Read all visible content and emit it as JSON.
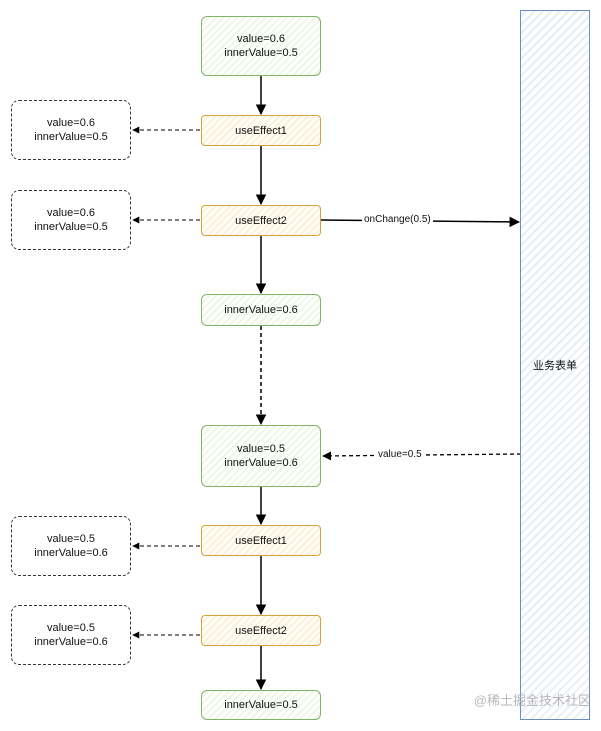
{
  "top_state": {
    "line1": "value=0.6",
    "line2": "innerValue=0.5"
  },
  "effect1_a": {
    "label": "useEffect1"
  },
  "effect2_a": {
    "label": "useEffect2"
  },
  "snapshot1": {
    "line1": "value=0.6",
    "line2": "innerValue=0.5"
  },
  "snapshot2": {
    "line1": "value=0.6",
    "line2": "innerValue=0.5"
  },
  "inner_a": {
    "label": "innerValue=0.6"
  },
  "mid_state": {
    "line1": "value=0.5",
    "line2": "innerValue=0.6"
  },
  "effect1_b": {
    "label": "useEffect1"
  },
  "effect2_b": {
    "label": "useEffect2"
  },
  "snapshot3": {
    "line1": "value=0.5",
    "line2": "innerValue=0.6"
  },
  "snapshot4": {
    "line1": "value=0.5",
    "line2": "innerValue=0.6"
  },
  "inner_b": {
    "label": "innerValue=0.5"
  },
  "form_panel": {
    "label": "业务表单"
  },
  "edges": {
    "on_change": "onChange(0.5)",
    "value_in": "value=0.5"
  },
  "watermark": "@稀土掘金技术社区",
  "colors": {
    "green_border": "#82b366",
    "orange_border": "#d6a23a",
    "blue_border": "#6c8ebf"
  }
}
